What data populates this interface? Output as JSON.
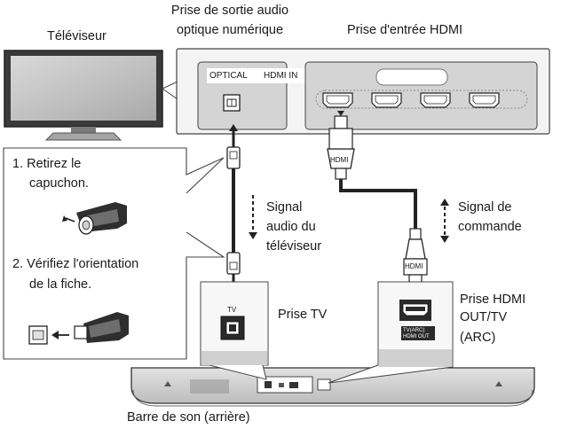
{
  "labels": {
    "tv": "Téléviseur",
    "optical_out_line1": "Prise de sortie audio",
    "optical_out_line2": "optique numérique",
    "hdmi_in": "Prise d'entrée HDMI",
    "step1_line1": "1. Retirez le",
    "step1_line2": "capuchon.",
    "step2_line1": "2. Vérifiez l'orientation",
    "step2_line2": "de la fiche.",
    "signal_tv_line1": "Signal",
    "signal_tv_line2": "audio du",
    "signal_tv_line3": "téléviseur",
    "signal_cmd_line1": "Signal de",
    "signal_cmd_line2": "commande",
    "prise_tv": "Prise TV",
    "prise_hdmi_line1": "Prise HDMI",
    "prise_hdmi_line2": "OUT/TV",
    "prise_hdmi_line3": "(ARC)",
    "soundbar": "Barre de son (arrière)"
  },
  "panel_text": {
    "optical": "OPTICAL",
    "hdmi_in": "HDMI IN",
    "tv_port": "TV",
    "hdmi_plug_top": "HDMI",
    "hdmi_plug_bottom": "HDMI",
    "arc_small_line1": "TV(ARC)",
    "arc_small_line2": "HDMI OUT"
  },
  "colors": {
    "line": "#222222",
    "panel_gray": "#cfcfcf",
    "light_gray": "#e6e6e6",
    "dark": "#2a2a2a"
  }
}
